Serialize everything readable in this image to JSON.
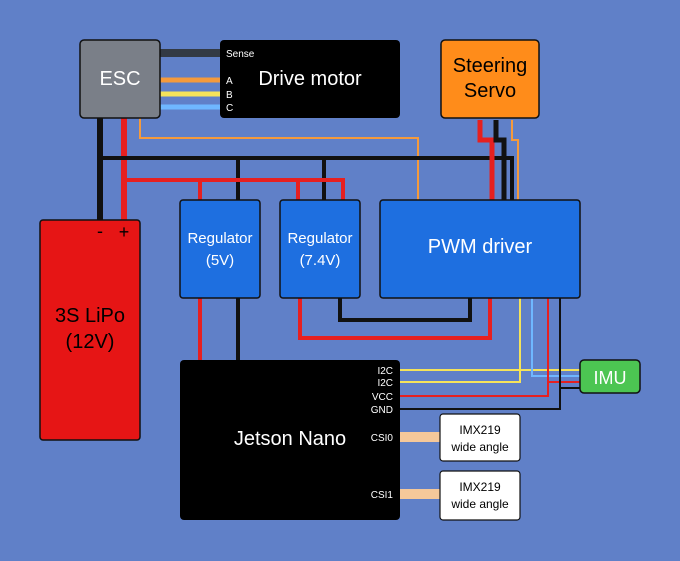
{
  "colors": {
    "background": "#6080c8",
    "box_blue": "#1e6fe0",
    "lipo_red": "#e61515",
    "servo_orange": "#ff8c1a",
    "imu_green": "#4cc552",
    "esc_gray": "#7a7f88",
    "wire_red": "#e62020",
    "wire_black": "#111111",
    "wire_yellow": "#f5e35a",
    "wire_orange": "#f59a3c",
    "wire_lightblue": "#6fb7ff",
    "wire_tan": "#f5c89a"
  },
  "components": {
    "esc": {
      "label": "ESC"
    },
    "drive_motor": {
      "label": "Drive motor",
      "pins": {
        "sense": "Sense",
        "a": "A",
        "b": "B",
        "c": "C"
      }
    },
    "steering_servo": {
      "line1": "Steering",
      "line2": "Servo"
    },
    "lipo": {
      "line1": "3S LiPo",
      "line2": "(12V)",
      "minus": "-",
      "plus": "+"
    },
    "reg_5v": {
      "line1": "Regulator",
      "line2": "(5V)"
    },
    "reg_7v4": {
      "line1": "Regulator",
      "line2": "(7.4V)"
    },
    "pwm_driver": {
      "label": "PWM driver"
    },
    "jetson": {
      "label": "Jetson Nano",
      "pins": {
        "i2c_a": "I2C",
        "i2c_b": "I2C",
        "vcc": "VCC",
        "gnd": "GND",
        "csi0": "CSI0",
        "csi1": "CSI1"
      }
    },
    "imu": {
      "label": "IMU"
    },
    "camera0": {
      "line1": "IMX219",
      "line2": "wide angle"
    },
    "camera1": {
      "line1": "IMX219",
      "line2": "wide angle"
    }
  }
}
